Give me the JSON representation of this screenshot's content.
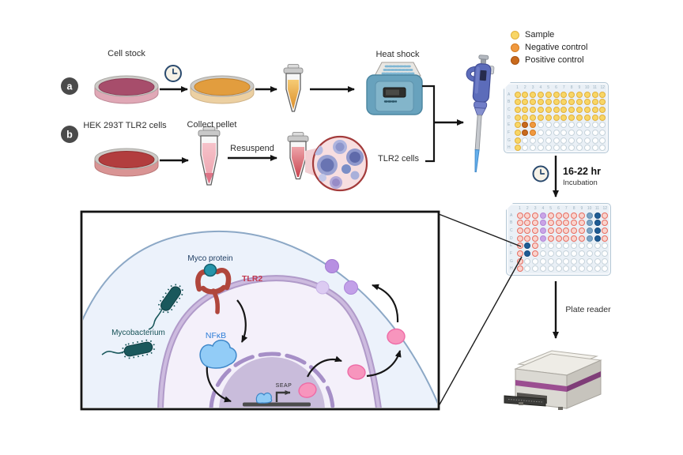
{
  "figure": {
    "steps": {
      "a": "a",
      "b": "b"
    },
    "labels": {
      "cell_stock": "Cell stock",
      "heat_shock": "Heat shock",
      "hek_cells": "HEK 293T TLR2 cells",
      "collect_pellet": "Collect pellet",
      "resuspend": "Resuspend",
      "tlr2_cells": "TLR2 cells",
      "plate_reader": "Plate reader"
    },
    "incubation": {
      "duration": "16-22 hr",
      "label": "Incubation"
    },
    "legend": {
      "items": [
        {
          "label": "Sample",
          "fill": "#f8d666",
          "ring": "#e2b13c"
        },
        {
          "label": "Negative control",
          "fill": "#f0993f",
          "ring": "#d67b1f"
        },
        {
          "label": "Positive control",
          "fill": "#c96a1c",
          "ring": "#a85210"
        }
      ]
    },
    "plates": {
      "column_labels": [
        "1",
        "2",
        "3",
        "4",
        "5",
        "6",
        "7",
        "8",
        "9",
        "10",
        "11",
        "12"
      ],
      "row_labels": [
        "A",
        "B",
        "C",
        "D",
        "E",
        "F",
        "G",
        "H"
      ],
      "well_styles": {
        "Y": {
          "fill": "#f8d666",
          "ring": "#e2b13c"
        },
        "P": {
          "fill": "#c96a1c",
          "ring": "#a85210"
        },
        "N": {
          "fill": "#f0993f",
          "ring": "#d67b1f"
        },
        "W": {
          "fill": "#ffffff",
          "ring": "#c6d3db"
        },
        "R": {
          "fill": "#fad4cd",
          "ring": "#e76e63"
        },
        "V": {
          "fill": "#c9a4e6",
          "ring": "#b287d8"
        },
        "T": {
          "fill": "#7ba3c4",
          "ring": "#5f8cb0"
        },
        "B": {
          "fill": "#1e5c94",
          "ring": "#154a7d"
        }
      },
      "before_incubation": {
        "rows": [
          "YYYYYYYYYYYY",
          "YYYYYYYYYYYY",
          "YYYYYYYYYYYY",
          "YYYYYYYYYYYY",
          "YPNWWWWWWWWW",
          "YPNWWWWWWWWW",
          "YWWWWWWWWWWW",
          "YWWWWWWWWWWW"
        ]
      },
      "after_incubation": {
        "rows": [
          "RRRVRRRRRTBR",
          "RRRVRRRRRTBR",
          "RRRVRRRRRTBR",
          "RRRVRRRRRTBR",
          "RBRWWWWWWWWW",
          "RBRWWWWWWWWW",
          "RWWWWWWWWWWW",
          "RWWWWWWWWWWW"
        ]
      }
    },
    "inset": {
      "labels": {
        "myco_protein": "Myco protein",
        "tlr2": "TLR2",
        "mycobacterium": "Mycobacterium",
        "nfkb": "NFκB",
        "seap": "SEAP"
      }
    }
  }
}
